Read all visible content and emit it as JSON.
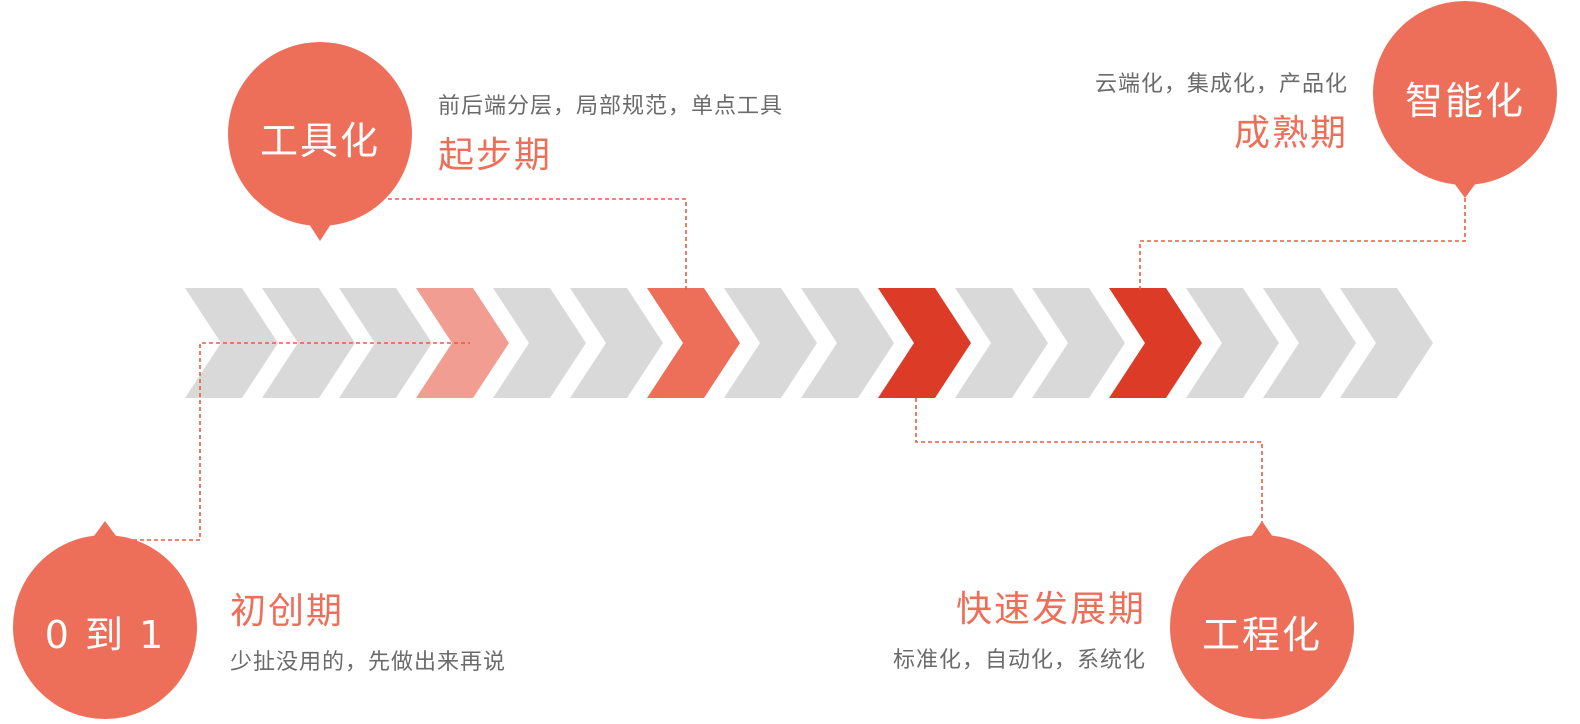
{
  "colors": {
    "chevron_gray": "#d9d9d9",
    "chevron_light": "#f29d91",
    "chevron_mid": "#ee6f59",
    "chevron_dark": "#dc3b28",
    "bubble": "#ee6f59",
    "connector": "#ee5a40",
    "desc_text": "#6b6b6b"
  },
  "chevrons": [
    "gray",
    "gray",
    "gray",
    "light",
    "gray",
    "gray",
    "mid",
    "gray",
    "gray",
    "dark",
    "gray",
    "gray",
    "dark",
    "gray",
    "gray",
    "gray"
  ],
  "stages": {
    "start": {
      "bubble": "0 到 1",
      "title": "初创期",
      "desc": "少扯没用的，先做出来再说"
    },
    "tooling": {
      "bubble": "工具化",
      "title": "起步期",
      "desc": "前后端分层，局部规范，单点工具"
    },
    "engineering": {
      "bubble": "工程化",
      "title": "快速发展期",
      "desc": "标准化，自动化，系统化"
    },
    "intelligent": {
      "bubble": "智能化",
      "title": "成熟期",
      "desc": "云端化，集成化，产品化"
    }
  }
}
